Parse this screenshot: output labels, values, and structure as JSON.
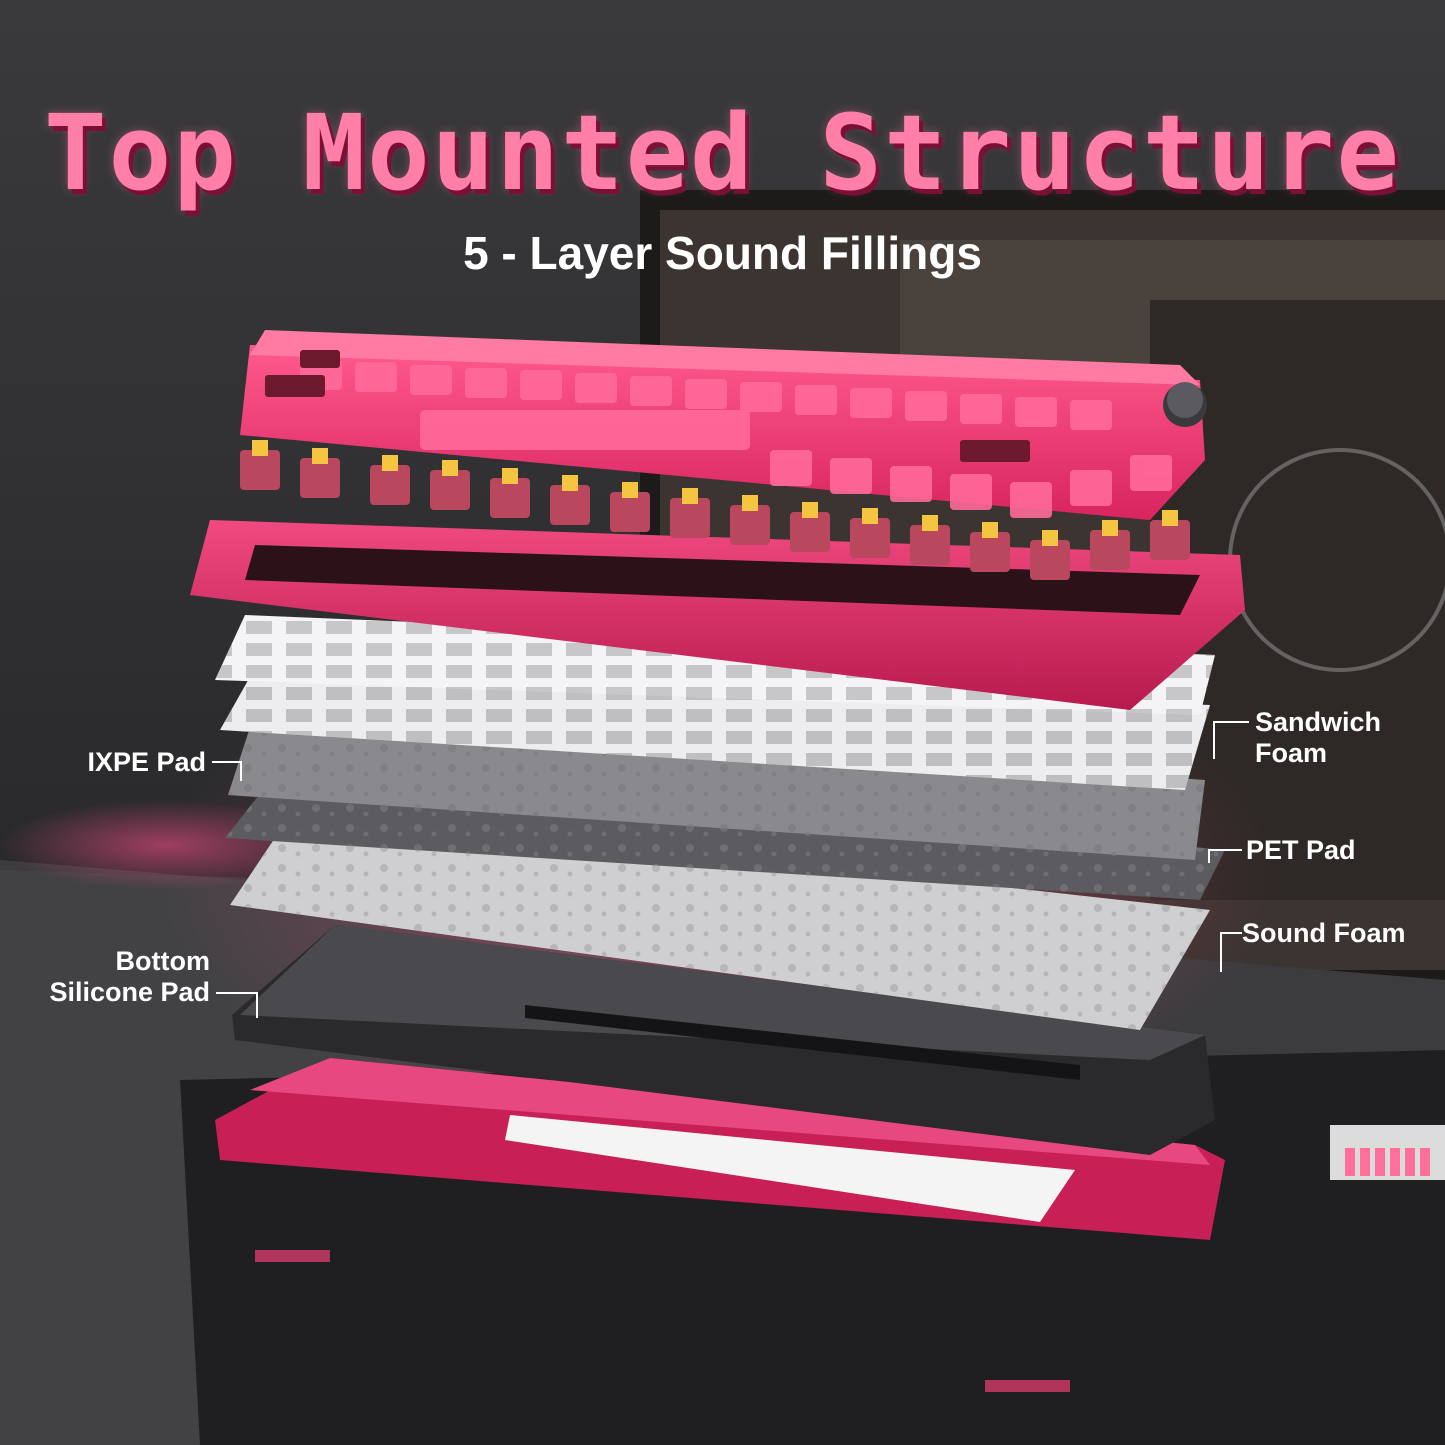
{
  "title": "Top Mounted Structure",
  "subtitle": "5 - Layer Sound Fillings",
  "labels": {
    "sandwich_foam_line1": "Sandwich",
    "sandwich_foam_line2": "Foam",
    "ixpe_pad": "IXPE Pad",
    "pet_pad": "PET Pad",
    "sound_foam": "Sound Foam",
    "bottom_silicone_line1": "Bottom",
    "bottom_silicone_line2": "Silicone Pad"
  },
  "colors": {
    "accent_pink": "#ff7fa8",
    "keycap_pink": "#e8336f",
    "case_pink": "#d4245e",
    "switch_yellow": "#f5c542",
    "background": "#2a2a2c"
  }
}
